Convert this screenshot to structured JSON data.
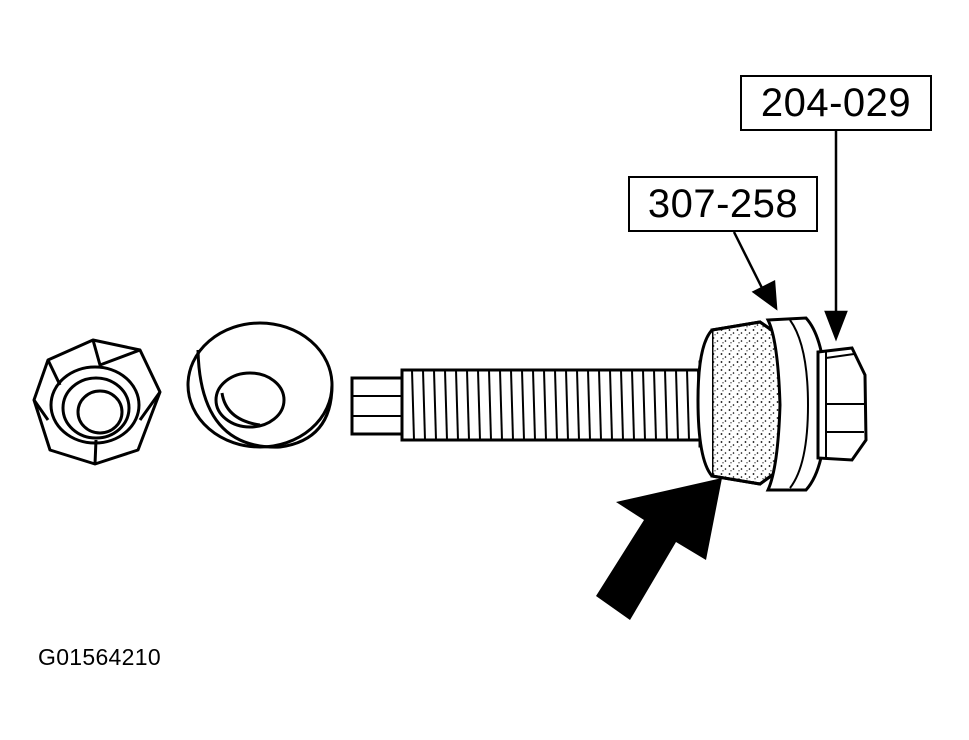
{
  "callouts": {
    "tool_204": "204-029",
    "tool_307": "307-258"
  },
  "figure_id": "G01564210",
  "parts": [
    "nut-icon",
    "washer-icon",
    "threaded-bolt-icon",
    "bushing-icon",
    "flange-icon",
    "hex-head-icon",
    "direction-arrow-icon"
  ]
}
